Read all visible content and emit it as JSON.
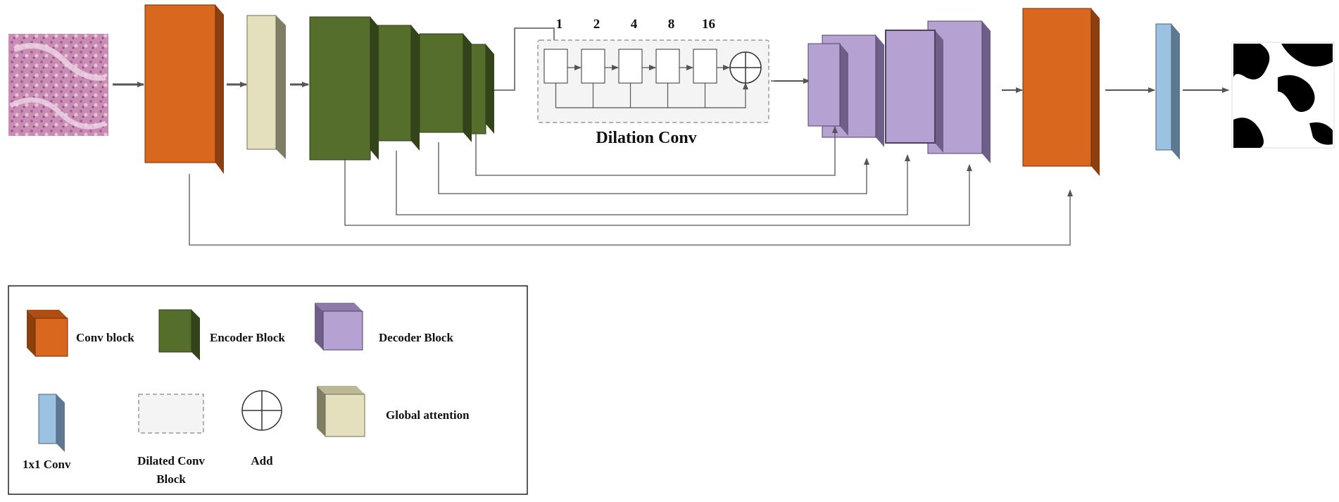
{
  "colors": {
    "conv": "#d9671d",
    "global_attention": "#e4e0bd",
    "encoder": "#566e2c",
    "decoder": "#b5a2d2",
    "one_by_one": "#9cc2e2",
    "line": "#555555"
  },
  "dilation": {
    "title": "Dilation Conv",
    "rates": [
      "1",
      "2",
      "4",
      "8",
      "16"
    ]
  },
  "legend": {
    "items": [
      {
        "key": "conv",
        "label": "Conv block"
      },
      {
        "key": "encoder",
        "label": "Encoder Block"
      },
      {
        "key": "decoder",
        "label": "Decoder Block"
      },
      {
        "key": "one_by_one",
        "label": "1x1 Conv"
      },
      {
        "key": "dilated",
        "label_line1": "Dilated Conv",
        "label_line2": "Block"
      },
      {
        "key": "add",
        "label": "Add"
      },
      {
        "key": "global",
        "label": "Global attention"
      }
    ]
  }
}
